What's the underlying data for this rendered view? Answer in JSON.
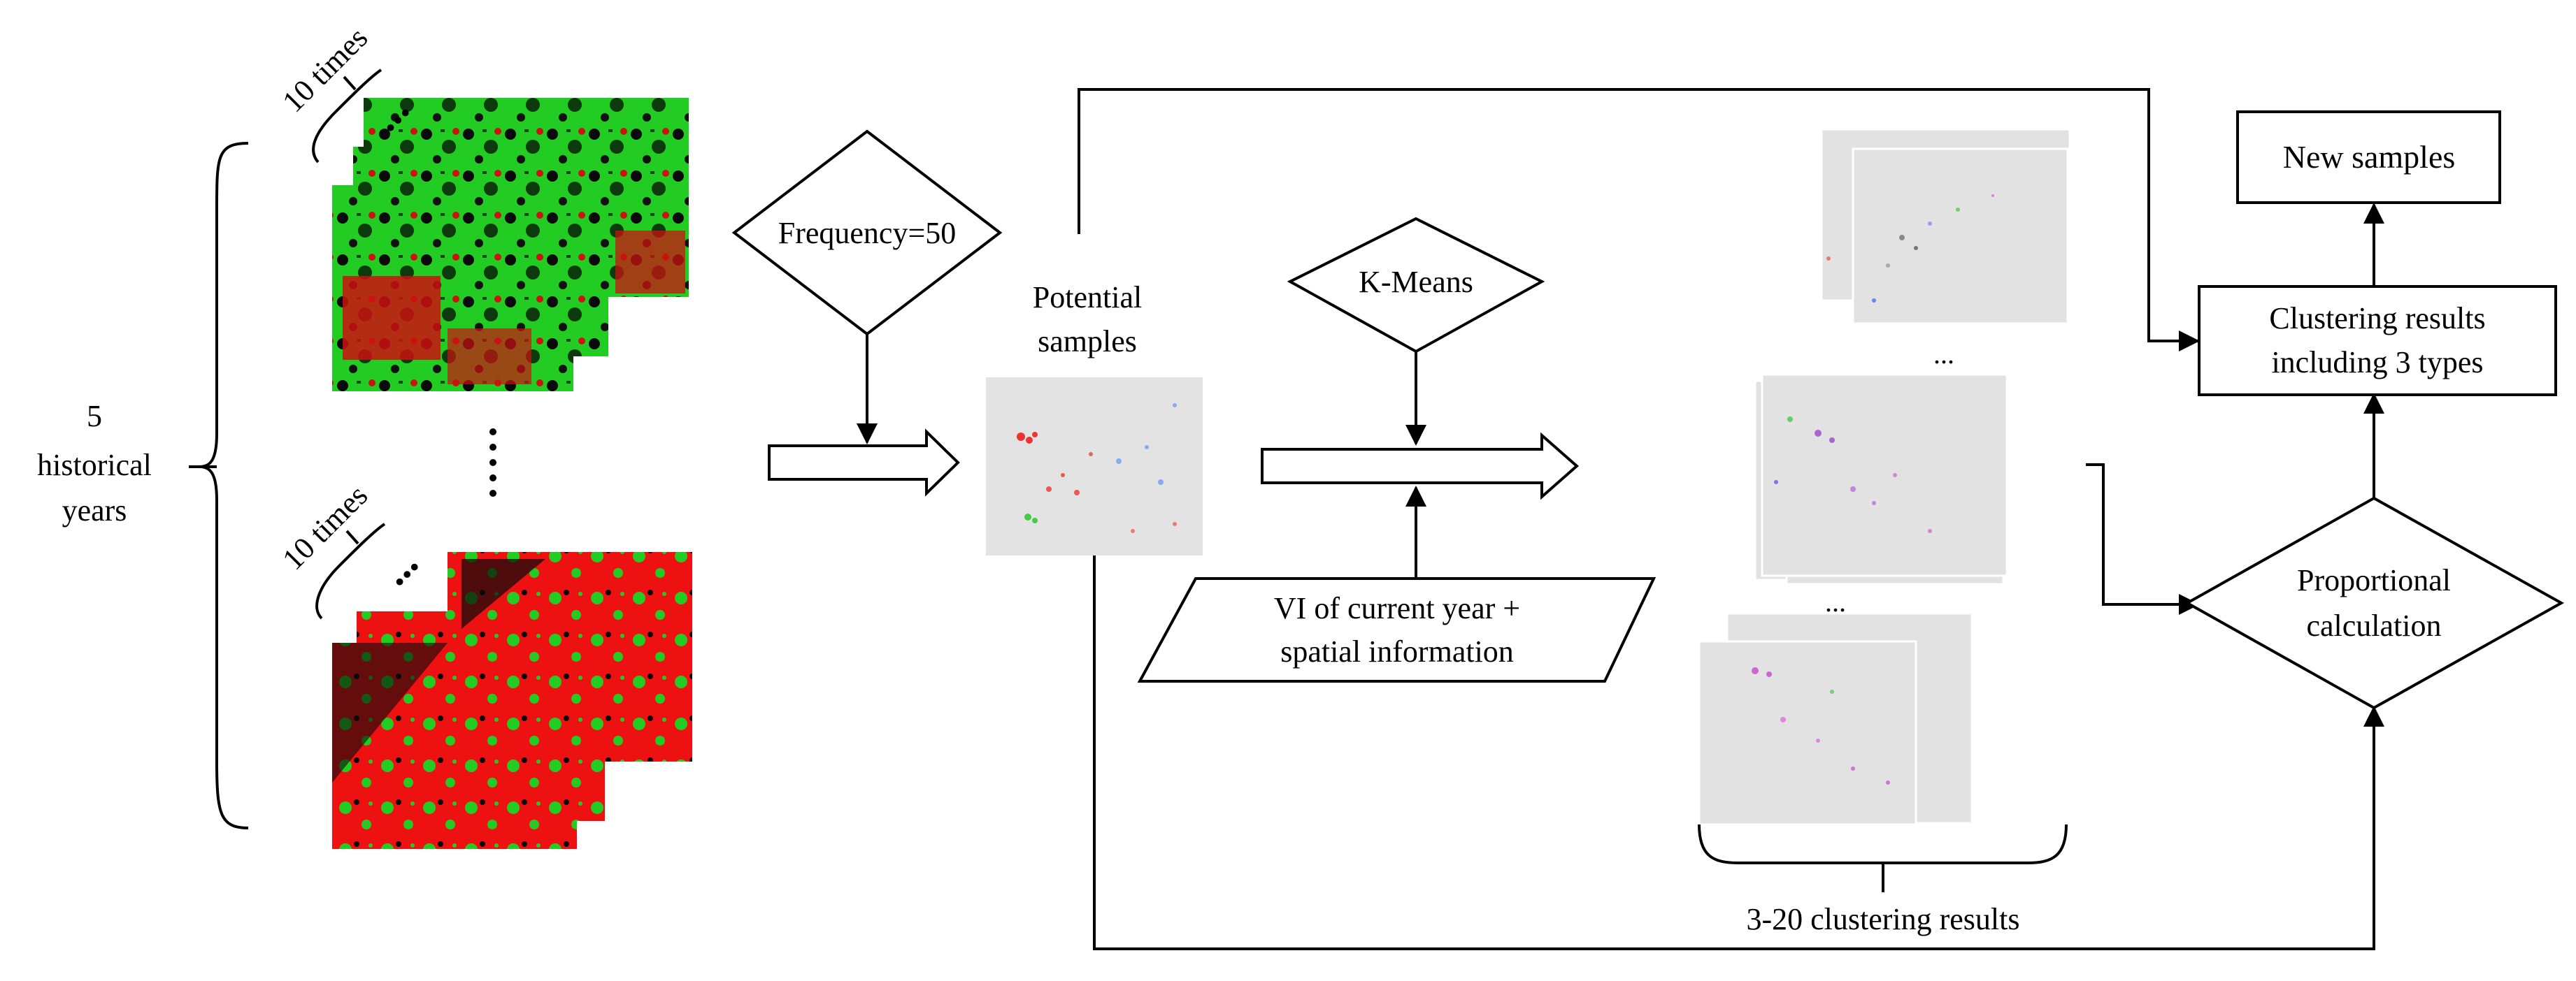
{
  "left_brace": {
    "count": "5",
    "line1": "historical",
    "line2": "years"
  },
  "top_stack": {
    "repeat_label": "10 times",
    "more": "..."
  },
  "bottom_stack": {
    "repeat_label": "10 times",
    "more": "..."
  },
  "between_stacks": "......",
  "frequency_decision": "Frequency=50",
  "potential_samples": {
    "line1": "Potential",
    "line2": "samples"
  },
  "kmeans_decision": "K-Means",
  "input_parallelogram": {
    "line1": "VI of current year +",
    "line2": "spatial information"
  },
  "cluster_stack_ellipses": [
    "...",
    "..."
  ],
  "clustering_range_label": "3-20 clustering results",
  "proportional_decision": {
    "line1": "Proportional",
    "line2": "calculation"
  },
  "clustering_results_box": {
    "line1": "Clustering results",
    "line2": "including 3 types"
  },
  "new_samples_box": "New samples",
  "colors": {
    "vegetation_green": "#22dd22",
    "crop_red": "#ee1111",
    "background_black": "#000000",
    "cluster_gray": "#e2e2e2"
  }
}
